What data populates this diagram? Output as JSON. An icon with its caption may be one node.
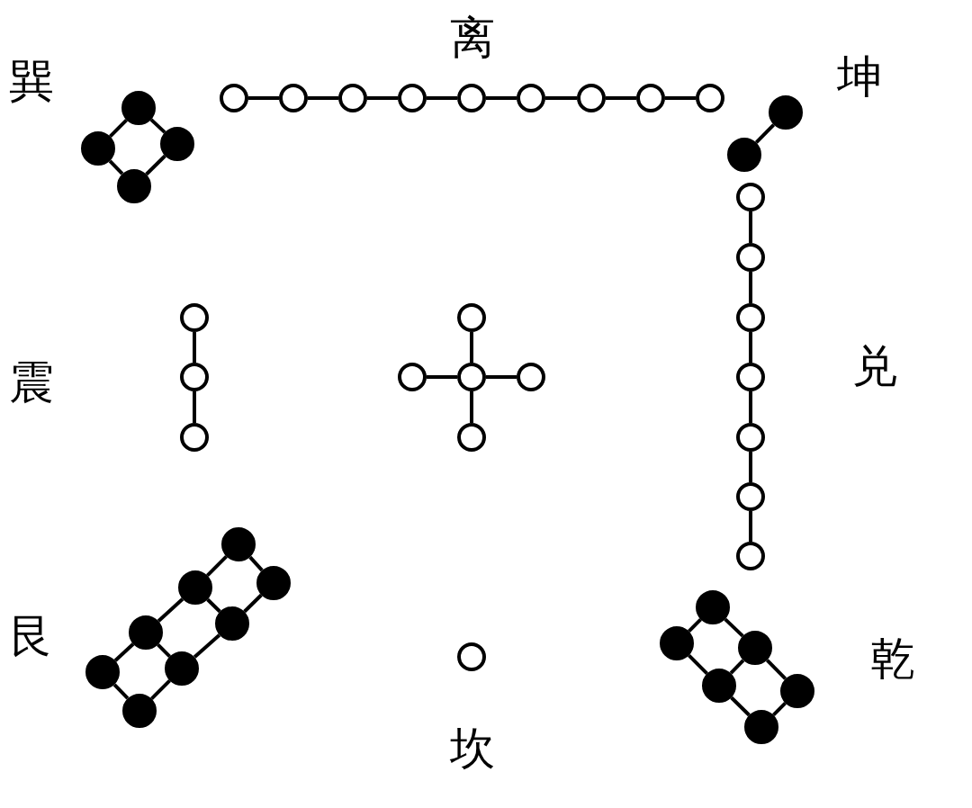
{
  "diagram": {
    "nodes": [
      {
        "text": [],
        "shape": "circle"
      },
      {
        "text": [],
        "shape": "circle"
      },
      {
        "text": [],
        "shape": "circle"
      },
      {
        "text": [],
        "shape": "circle"
      },
      {
        "text": [],
        "shape": "circle"
      },
      {
        "text": [],
        "shape": "circle"
      },
      {
        "text": [],
        "shape": "circle"
      },
      {
        "text": [],
        "shape": "circle"
      },
      {
        "text": [],
        "shape": "circle"
      },
      {
        "text": [],
        "shape": "dot"
      },
      {
        "text": [],
        "shape": "dot"
      },
      {
        "text": [],
        "shape": "dot"
      },
      {
        "text": [],
        "shape": "dot"
      },
      {
        "text": [],
        "shape": "dot"
      },
      {
        "text": [],
        "shape": "dot"
      },
      {
        "text": [],
        "shape": "circle"
      },
      {
        "text": [],
        "shape": "circle"
      },
      {
        "text": [],
        "shape": "circle"
      },
      {
        "text": [],
        "shape": "circle"
      },
      {
        "text": [],
        "shape": "circle"
      },
      {
        "text": [],
        "shape": "circle"
      },
      {
        "text": [],
        "shape": "circle"
      },
      {
        "text": [],
        "shape": "circle"
      },
      {
        "text": [],
        "shape": "circle"
      },
      {
        "text": [],
        "shape": "circle"
      },
      {
        "text": [],
        "shape": "circle"
      },
      {
        "text": [],
        "shape": "circle"
      },
      {
        "text": [],
        "shape": "circle"
      },
      {
        "text": [],
        "shape": "circle"
      },
      {
        "text": [],
        "shape": "dot"
      },
      {
        "text": [],
        "shape": "circle"
      },
      {
        "text": [],
        "shape": "dot"
      },
      {
        "text": [],
        "shape": "dot"
      },
      {
        "text": [],
        "shape": "dot"
      },
      {
        "text": [],
        "shape": "dot"
      },
      {
        "text": [],
        "shape": "dot"
      },
      {
        "text": [],
        "shape": "dot"
      },
      {
        "text": [],
        "shape": "dot"
      },
      {
        "text": [],
        "shape": "circle"
      },
      {
        "text": [],
        "shape": "dot"
      },
      {
        "text": [],
        "shape": "dot"
      },
      {
        "text": [],
        "shape": "dot"
      },
      {
        "text": [],
        "shape": "dot"
      },
      {
        "text": [],
        "shape": "dot"
      },
      {
        "text": [],
        "shape": "dot"
      }
    ],
    "edges": [
      {
        "from": 0,
        "to": 1,
        "arrow": "none"
      },
      {
        "from": 1,
        "to": 2,
        "arrow": "none"
      },
      {
        "from": 2,
        "to": 3,
        "arrow": "none"
      },
      {
        "from": 3,
        "to": 4,
        "arrow": "none"
      },
      {
        "from": 4,
        "to": 5,
        "arrow": "none"
      },
      {
        "from": 5,
        "to": 6,
        "arrow": "none"
      },
      {
        "from": 6,
        "to": 7,
        "arrow": "none"
      },
      {
        "from": 7,
        "to": 8,
        "arrow": "none"
      },
      {
        "from": 9,
        "to": 12,
        "arrow": "none"
      },
      {
        "from": 9,
        "to": 11,
        "arrow": "none"
      },
      {
        "from": 12,
        "to": 14,
        "arrow": "none"
      },
      {
        "from": 11,
        "to": 14,
        "arrow": "none"
      },
      {
        "from": 10,
        "to": 13,
        "arrow": "none"
      },
      {
        "from": 15,
        "to": 16,
        "arrow": "none"
      },
      {
        "from": 16,
        "to": 19,
        "arrow": "none"
      },
      {
        "from": 19,
        "to": 24,
        "arrow": "none"
      },
      {
        "from": 24,
        "to": 27,
        "arrow": "none"
      },
      {
        "from": 27,
        "to": 28,
        "arrow": "none"
      },
      {
        "from": 28,
        "to": 30,
        "arrow": "none"
      },
      {
        "from": 17,
        "to": 20,
        "arrow": "none"
      },
      {
        "from": 20,
        "to": 25,
        "arrow": "none"
      },
      {
        "from": 18,
        "to": 22,
        "arrow": "none"
      },
      {
        "from": 21,
        "to": 22,
        "arrow": "none"
      },
      {
        "from": 22,
        "to": 23,
        "arrow": "none"
      },
      {
        "from": 22,
        "to": 26,
        "arrow": "none"
      },
      {
        "from": 29,
        "to": 31,
        "arrow": "none"
      },
      {
        "from": 29,
        "to": 32,
        "arrow": "none"
      },
      {
        "from": 31,
        "to": 34,
        "arrow": "none"
      },
      {
        "from": 32,
        "to": 34,
        "arrow": "none"
      },
      {
        "from": 32,
        "to": 35,
        "arrow": "none"
      },
      {
        "from": 34,
        "to": 39,
        "arrow": "none"
      },
      {
        "from": 35,
        "to": 39,
        "arrow": "none"
      },
      {
        "from": 35,
        "to": 40,
        "arrow": "none"
      },
      {
        "from": 39,
        "to": 43,
        "arrow": "none"
      },
      {
        "from": 40,
        "to": 43,
        "arrow": "none"
      },
      {
        "from": 33,
        "to": 36,
        "arrow": "none"
      },
      {
        "from": 33,
        "to": 37,
        "arrow": "none"
      },
      {
        "from": 36,
        "to": 41,
        "arrow": "none"
      },
      {
        "from": 37,
        "to": 41,
        "arrow": "none"
      },
      {
        "from": 37,
        "to": 42,
        "arrow": "none"
      },
      {
        "from": 41,
        "to": 44,
        "arrow": "none"
      },
      {
        "from": 42,
        "to": 44,
        "arrow": "none"
      }
    ],
    "labels": [
      "离",
      "坤",
      "巽",
      "兑",
      "震",
      "艮",
      "乾",
      "坎"
    ]
  }
}
